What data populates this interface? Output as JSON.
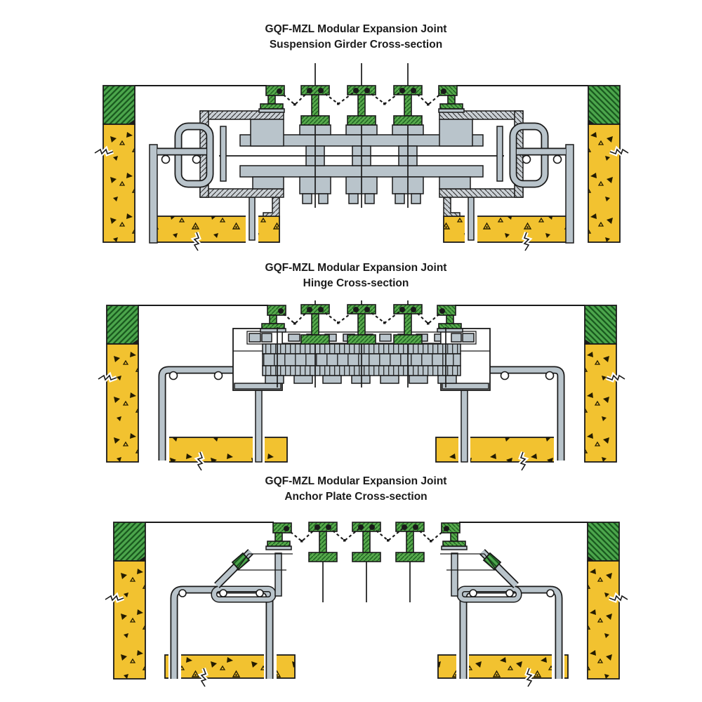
{
  "page": {
    "background_color": "#FFFFFF"
  },
  "figures": [
    {
      "title_line1": "GQF-MZL Modular Expansion Joint",
      "title_line2": "Suspension Girder Cross-section"
    },
    {
      "title_line1": "GQF-MZL Modular Expansion Joint",
      "title_line2": "Hinge Cross-section"
    },
    {
      "title_line1": "GQF-MZL Modular Expansion Joint",
      "title_line2": "Anchor Plate Cross-section"
    }
  ],
  "colors": {
    "concrete_yellow": "#F2C230",
    "grass_green": "#4CA64C",
    "hatch_dark_green": "#1A5A1F",
    "beam_green": "#57A94C",
    "beam_dark_green": "#1F6322",
    "steel_gray": "#B9C4CB",
    "steel_light": "#CBD1D6",
    "outline_black": "#1A1A1A",
    "title_text": "#1B1B1B",
    "background": "#FFFFFF"
  }
}
